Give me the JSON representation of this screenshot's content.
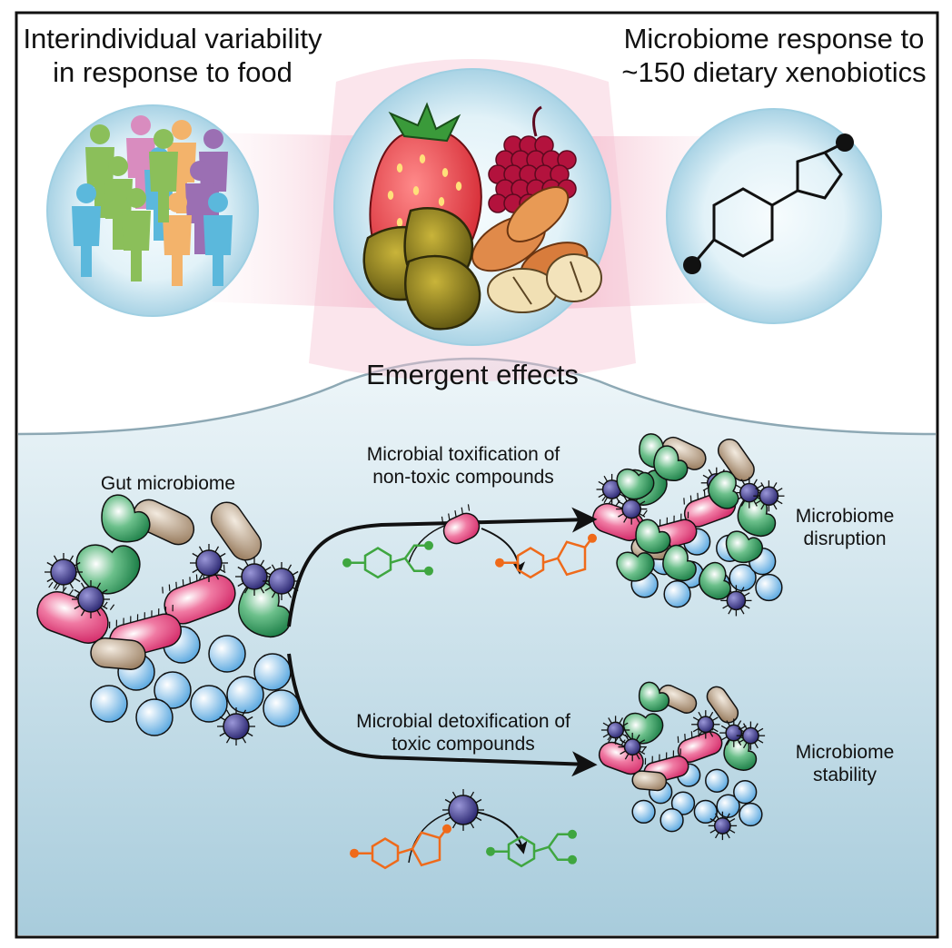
{
  "header": {
    "left_title": [
      "Interindividual variability",
      "in response to food"
    ],
    "right_title": [
      "Microbiome response to",
      "~150 dietary xenobiotics"
    ],
    "center_label": "Emergent effects"
  },
  "panel": {
    "gut_label": "Gut microbiome",
    "top_arrow_label": [
      "Microbial toxification of",
      "non-toxic compounds"
    ],
    "bottom_arrow_label": [
      "Microbial detoxification of",
      "toxic compounds"
    ],
    "top_outcome": [
      "Microbiome",
      "disruption"
    ],
    "bottom_outcome": [
      "Microbiome",
      "stability"
    ]
  },
  "colors": {
    "frame": "#111111",
    "panel_top": "#eef6f9",
    "panel_bottom": "#a8ccdc",
    "pink_beam": "#f2a9bf",
    "bubble": "#bfe1ef",
    "molecule_nontoxic": "#3fa640",
    "molecule_toxic": "#ef6a1a",
    "microbe_pink": "#e4467e",
    "microbe_green": "#2e9a5c",
    "microbe_tan": "#b39a7c",
    "microbe_blue": "#7fc0ec",
    "microbe_purple": "#3d3a8c"
  }
}
